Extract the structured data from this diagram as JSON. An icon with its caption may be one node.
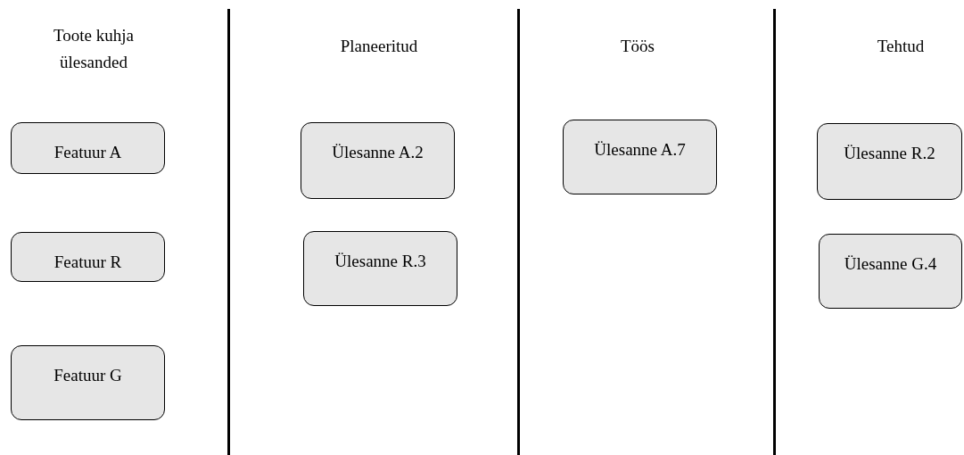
{
  "diagram": {
    "nodes": [
      {
        "text": [
          "Featuur A"
        ]
      },
      {
        "text": [
          "Featuur R"
        ]
      },
      {
        "text": [
          "Featuur G"
        ]
      },
      {
        "text": [
          "Ülesanne A.2"
        ]
      },
      {
        "text": [
          "Ülesanne R.3"
        ]
      },
      {
        "text": [
          "Ülesanne A.7"
        ]
      },
      {
        "text": [
          "Ülesanne R.2"
        ]
      },
      {
        "text": [
          "Ülesanne G.4"
        ]
      }
    ],
    "labels": [
      "Toote kuhja ülesanded",
      "Planeeritud",
      "Töös",
      "Tehtud"
    ]
  }
}
